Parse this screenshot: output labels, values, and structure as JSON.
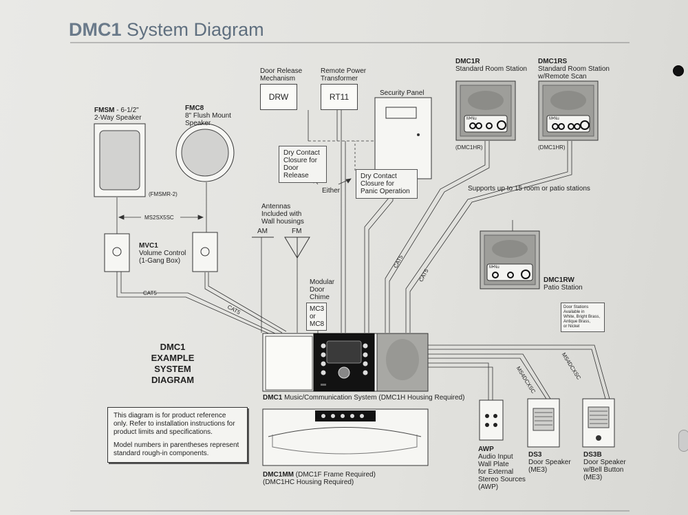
{
  "title": {
    "bold": "DMC1",
    "rest": "System Diagram"
  },
  "example_caption": "DMC1\nEXAMPLE\nSYSTEM\nDIAGRAM",
  "note": {
    "line1": "This diagram is for product reference only. Refer to installation instructions for product limits and specifications.",
    "line2": "Model numbers in parentheses represent standard rough-in components."
  },
  "components": {
    "fmsm": {
      "model": "FMSM",
      "desc": " - 6-1/2\"\n2-Way Speaker",
      "rough_in": "(FMSMR-2)"
    },
    "fmc8": {
      "model": "FMC8",
      "desc": "8\" Flush Mount\nSpeaker"
    },
    "mvc1": {
      "model": "MVC1",
      "desc": "Volume Control\n(1-Gang Box)"
    },
    "ms_cable_left": "MS2SX5SC",
    "door_release": {
      "label": "Door Release\nMechanism",
      "model": "DRW"
    },
    "remote_power": {
      "label": "Remote Power\nTransformer",
      "model": "RT11"
    },
    "security_panel": "Security Panel",
    "dry_contact_door": "Dry Contact\nClosure for\nDoor Release",
    "dry_contact_panic": "Dry Contact\nClosure for\nPanic Operation",
    "either": "Either",
    "antennas": "Antennas\nIncluded with\nWall housings",
    "am": "AM",
    "fm": "FM",
    "chime": {
      "label": "Modular\nDoor\nChime",
      "models": "MC3\nor\nMC8"
    },
    "dmc1r": {
      "model": "DMC1R",
      "desc": "Standard Room Station",
      "rough_in": "(DMC1HR)"
    },
    "dmc1rs": {
      "model": "DMC1RS",
      "desc": "Standard Room Station\nw/Remote Scan",
      "rough_in": "(DMC1HR)"
    },
    "supports": "Supports up to 15 room or patio stations",
    "dmc1rw": {
      "model": "DMC1RW",
      "desc": "Patio Station"
    },
    "door_finish_note": "Door Stations\nAvailable in\nWhite, Bright Brass,\nAntique Brass,\nor Nickel",
    "dmc1": {
      "model": "DMC1",
      "desc": " Music/Communication System (DMC1H Housing Required)"
    },
    "dmc1mm": {
      "model": "DMC1MM",
      "desc": " (DMC1F Frame Required)\n(DMC1HC Housing Required)"
    },
    "awp": {
      "model": "AWP",
      "desc": "Audio Input\nWall Plate\nfor External\nStereo Sources\n(AWP)"
    },
    "ds3": {
      "model": "DS3",
      "desc": "Door Speaker\n(ME3)"
    },
    "ds3b": {
      "model": "DS3B",
      "desc": "Door Speaker\nw/Bell Button\n(ME3)"
    },
    "station_brand": "M•Nu"
  },
  "cables": {
    "cat5_a": "CAT5",
    "cat5_b": "CAT5",
    "cat5_c": "CAT5",
    "cat5_d": "CAT5",
    "ms4_a": "MS4DCXSC",
    "ms4_b": "MS4DCXSC"
  }
}
